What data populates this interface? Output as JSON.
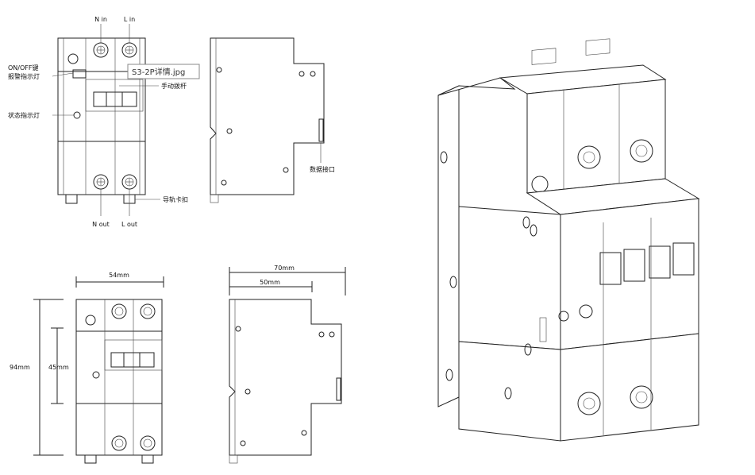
{
  "labels": {
    "n_in": "N in",
    "l_in": "L in",
    "on_off_key": "ON/OFF键",
    "alarm_indicator": "报警指示灯",
    "status_indicator": "状态指示灯",
    "manual_lever": "手动拨杆",
    "data_port": "数据接口",
    "rail_clip": "导轨卡扣",
    "n_out": "N out",
    "l_out": "L out"
  },
  "filename_tooltip": "S3-2P详情.jpg",
  "dimensions": {
    "width": "54mm",
    "height_total": "94mm",
    "height_face": "45mm",
    "depth_total": "70mm",
    "depth_front": "50mm"
  }
}
